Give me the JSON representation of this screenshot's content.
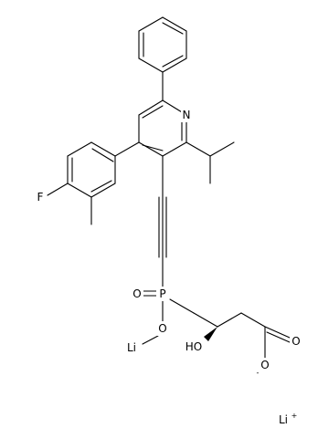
{
  "molecule": {
    "atom_labels": {
      "nitrogen": "N",
      "fluorine": "F",
      "phosphorus": "P",
      "oxygen_phosphoryl": "O",
      "oxygen_ester": "O",
      "lithium_ester": "Li",
      "hydroxyl": "HO",
      "carbonyl_oxygen": "O",
      "carboxylate_oxygen": "O",
      "carboxylate_charge": "-",
      "lithium_ion": "Li",
      "lithium_ion_charge": "+"
    }
  }
}
